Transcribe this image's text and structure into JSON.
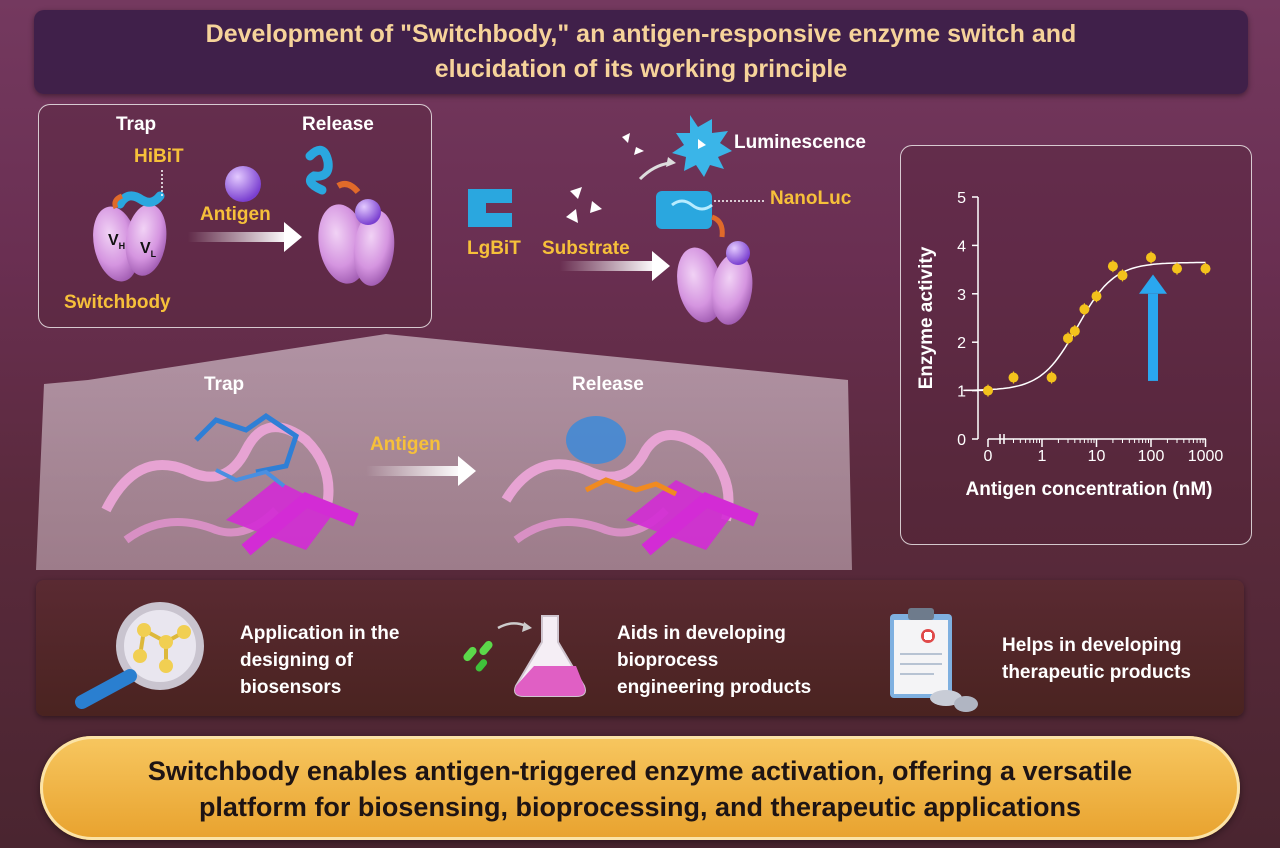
{
  "title": {
    "line1": "Development of \"Switchbody,\" an antigen-responsive enzyme switch and",
    "line2": "elucidation of its working principle"
  },
  "mechanism": {
    "trap": "Trap",
    "release": "Release",
    "hibit": "HiBiT",
    "antigen": "Antigen",
    "vh": "V",
    "vh_sub": "H",
    "vl": "V",
    "vl_sub": "L",
    "switchbody": "Switchbody",
    "lgbit": "LgBiT",
    "substrate": "Substrate",
    "nanoluc": "NanoLuc",
    "luminescence": "Luminescence"
  },
  "structure": {
    "trap": "Trap",
    "release": "Release",
    "antigen": "Antigen"
  },
  "chart_data": {
    "type": "scatter",
    "xlabel": "Antigen concentration (nM)",
    "ylabel": "Enzyme activity",
    "xscale": "log",
    "xticks": [
      "0",
      "1",
      "10",
      "100",
      "1000"
    ],
    "yticks": [
      "0",
      "1",
      "2",
      "3",
      "4",
      "5"
    ],
    "ylim": [
      0,
      5
    ],
    "points": [
      {
        "x": 0,
        "y": 1.0
      },
      {
        "x": 0.3,
        "y": 1.27
      },
      {
        "x": 1.5,
        "y": 1.27
      },
      {
        "x": 3,
        "y": 2.08
      },
      {
        "x": 4,
        "y": 2.23
      },
      {
        "x": 6,
        "y": 2.68
      },
      {
        "x": 10,
        "y": 2.95
      },
      {
        "x": 20,
        "y": 3.57
      },
      {
        "x": 30,
        "y": 3.38
      },
      {
        "x": 100,
        "y": 3.75
      },
      {
        "x": 300,
        "y": 3.52
      },
      {
        "x": 1000,
        "y": 3.52
      }
    ],
    "curve": "sigmoid fit",
    "annotation": "upward arrow at 100 nM",
    "point_color": "#f3c21c"
  },
  "applications": [
    {
      "text": [
        "Application in the",
        "designing of",
        "biosensors"
      ],
      "icon": "magnifier-molecule-icon"
    },
    {
      "text": [
        "Aids in developing",
        "bioprocess",
        "engineering products"
      ],
      "icon": "flask-bacteria-icon"
    },
    {
      "text": [
        "Helps in developing",
        "therapeutic products"
      ],
      "icon": "clipboard-pills-icon"
    }
  ],
  "conclusion": {
    "line1": "Switchbody enables antigen-triggered enzyme activation, offering a versatile",
    "line2": "platform for biosensing, bioprocessing, and therapeutic applications"
  },
  "colors": {
    "title_text": "#f6d39a",
    "label_yellow": "#f6c03a",
    "antibody": "#d79be0",
    "hibit": "#2aa7df",
    "banner": "#f1b443"
  }
}
